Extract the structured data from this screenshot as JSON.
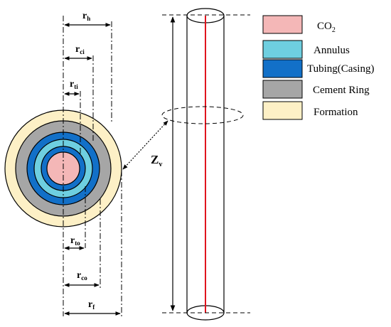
{
  "legend": {
    "items": [
      {
        "label": "CO",
        "sub": "2",
        "color": "#f4b7b7"
      },
      {
        "label": "Annulus",
        "sub": "",
        "color": "#6ecfe0"
      },
      {
        "label": "Tubing(Casing)",
        "sub": "",
        "color": "#1270c8"
      },
      {
        "label": "Cement Ring",
        "sub": "",
        "color": "#a6a6a6"
      },
      {
        "label": "Formation",
        "sub": "",
        "color": "#fdf0c6"
      }
    ]
  },
  "radii": {
    "rh": {
      "main": "r",
      "sub": "h"
    },
    "rci": {
      "main": "r",
      "sub": "ci"
    },
    "rti": {
      "main": "r",
      "sub": "ti"
    },
    "rto": {
      "main": "r",
      "sub": "to"
    },
    "rco": {
      "main": "r",
      "sub": "co"
    },
    "rf": {
      "main": "r",
      "sub": "f"
    }
  },
  "zv": {
    "main": "Z",
    "sub": "v"
  },
  "colors": {
    "co2": "#f4b7b7",
    "annulus": "#6ecfe0",
    "tubing": "#1270c8",
    "cement": "#a6a6a6",
    "formation": "#fdf0c6",
    "flowline": "#e0141e"
  }
}
